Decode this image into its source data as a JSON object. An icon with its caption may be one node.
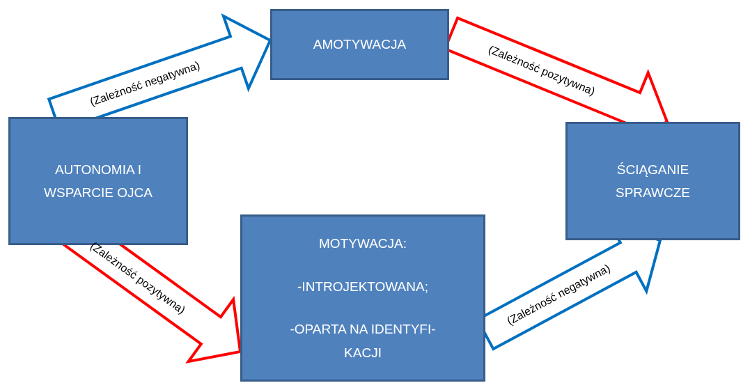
{
  "diagram": {
    "nodes": [
      {
        "text": [
          "AUTONOMIA I WSPARCIE OJCA"
        ]
      },
      {
        "text": [
          "AMOTYWACJA"
        ]
      },
      {
        "text": [
          "ŚCIĄGANIE SPRAWCZE"
        ]
      },
      {
        "text": [
          "MOTYWACJA:",
          "-INTROJEKTOWANA;",
          "-OPARTA NA IDENTYFI- KACJI"
        ]
      }
    ],
    "edges": [
      {
        "from": 0,
        "to": 1,
        "arrow": "to",
        "label": "(Zależność negatywna)",
        "style": "thick",
        "color": "#0070c0"
      },
      {
        "from": 1,
        "to": 2,
        "arrow": "to",
        "label": "(Zależność pozytywna)",
        "style": "thick",
        "color": "#ff0000"
      },
      {
        "from": 0,
        "to": 3,
        "arrow": "to",
        "label": "(Zależność pozytywna)",
        "style": "thick",
        "color": "#ff0000"
      },
      {
        "from": 3,
        "to": 2,
        "arrow": "to",
        "label": "(Zależność negatywna)",
        "style": "thick",
        "color": "#0070c0"
      }
    ]
  }
}
